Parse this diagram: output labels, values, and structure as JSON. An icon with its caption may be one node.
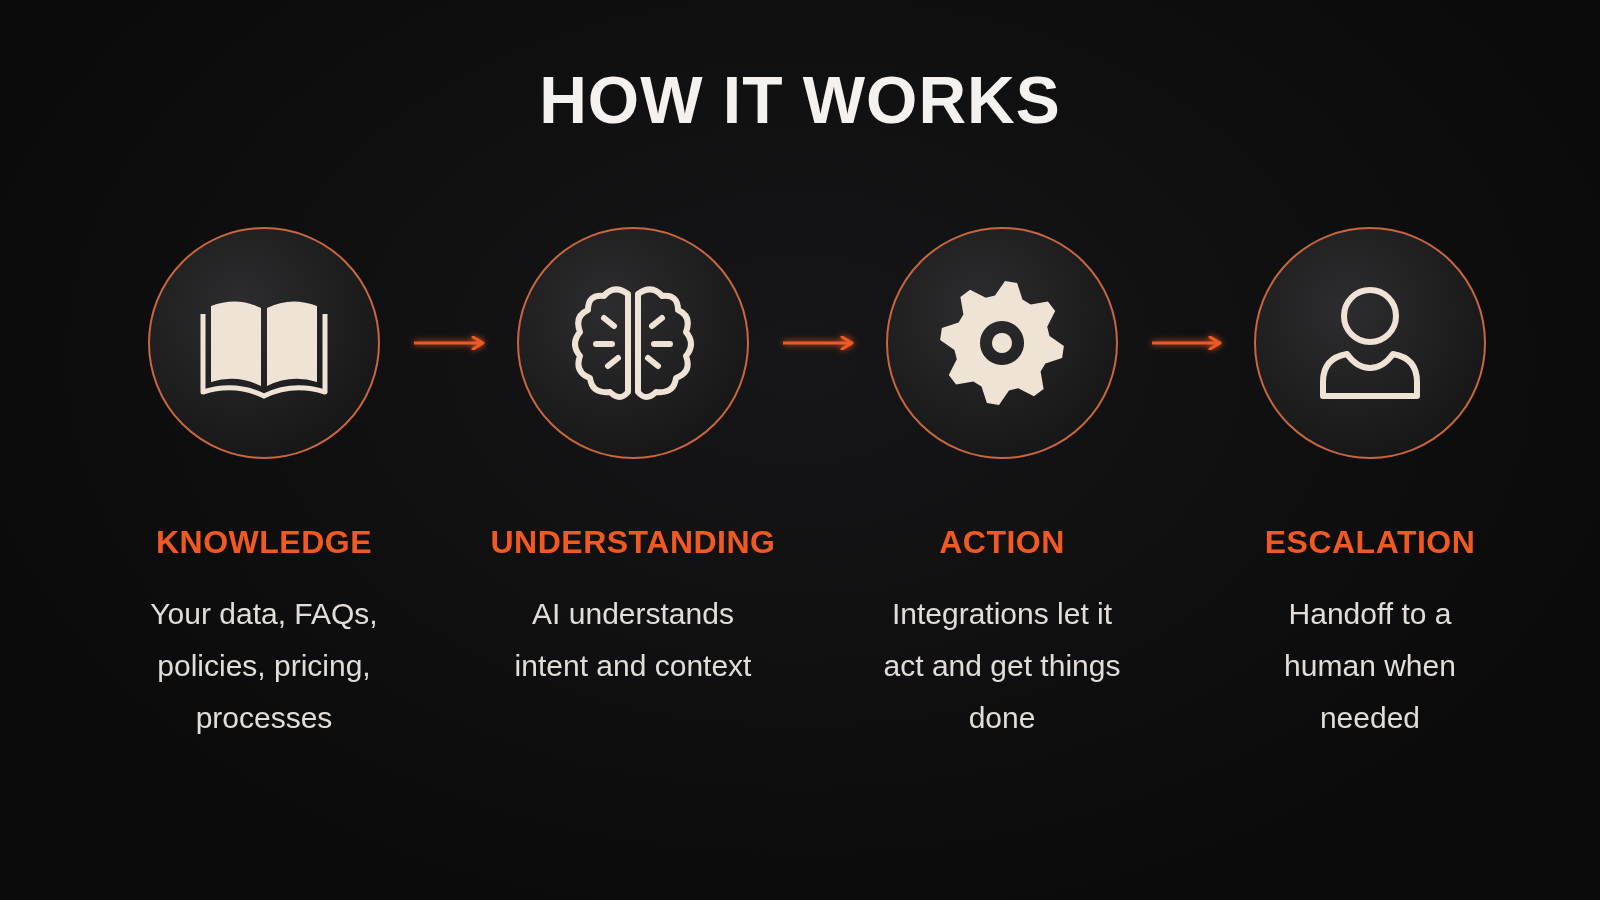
{
  "diagram": {
    "title": "HOW IT WORKS",
    "nodes": [
      {
        "text": [
          "KNOWLEDGE",
          "Your data, FAQs, policies, pricing, processes"
        ]
      },
      {
        "text": [
          "UNDERSTANDING",
          "AI understands intent and context"
        ]
      },
      {
        "text": [
          "ACTION",
          "Integrations let it act and get things done"
        ]
      },
      {
        "text": [
          "ESCALATION",
          "Handoff to a human when needed"
        ]
      }
    ],
    "edges": [
      {
        "from": 0,
        "to": 1,
        "arrow": "to"
      },
      {
        "from": 1,
        "to": 2,
        "arrow": "to"
      },
      {
        "from": 2,
        "to": 3,
        "arrow": "to"
      }
    ]
  }
}
